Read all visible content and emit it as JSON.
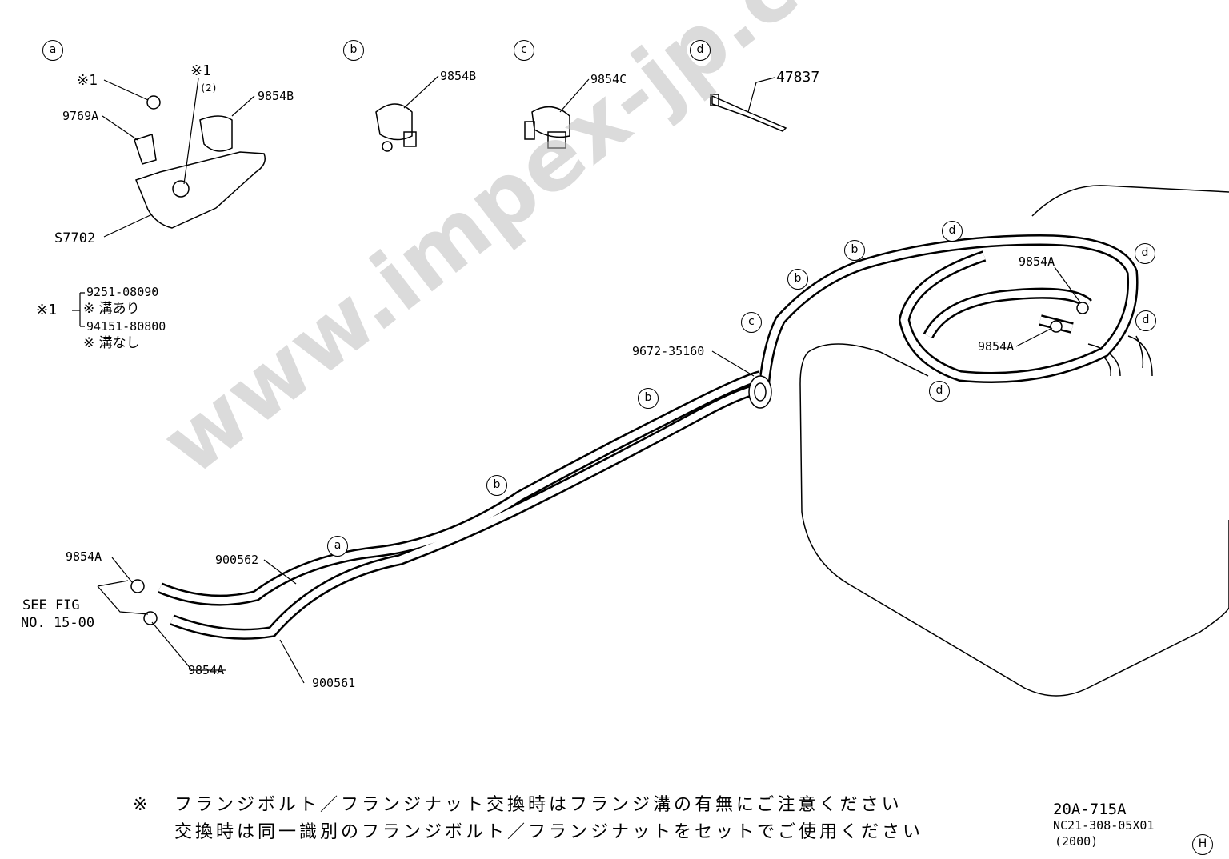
{
  "detail_labels": {
    "a": "a",
    "b": "b",
    "c": "c",
    "d": "d"
  },
  "detail_a": {
    "mark1": "※1",
    "mark2": "※1",
    "mark2_qty": "(2)",
    "clip": "9854B",
    "bracket_clip": "9769A",
    "bracket": "S7702"
  },
  "detail_b": {
    "part": "9854B"
  },
  "detail_c": {
    "part": "9854C"
  },
  "detail_d": {
    "part": "47837"
  },
  "note_legend": {
    "mark": "※1",
    "line1": "9251-08090",
    "line2": "※ 溝あり",
    "line3": "94151-80800",
    "line4": "※ 溝なし"
  },
  "main": {
    "grommet": "9672-35160",
    "clamp_upper": "9854A",
    "clamp_lower": "9854A",
    "clamp_left_upper": "9854A",
    "clamp_left_lower": "9854A",
    "hose_upper": "900562",
    "hose_lower": "900561",
    "see_fig_1": "SEE FIG",
    "see_fig_2": "NO. 15-00",
    "callouts": [
      "b",
      "d",
      "d",
      "b",
      "c",
      "d",
      "d",
      "b",
      "b",
      "a"
    ]
  },
  "footer": {
    "mark": "※",
    "note1": "フランジボルト／フランジナット交換時はフランジ溝の有無にご注意ください",
    "note2": "交換時は同一識別のフランジボルト／フランジナットをセットでご使用ください",
    "fig_no": "20A-715A",
    "code": "NC21-308-05X01",
    "year": "(2000)",
    "sheet": "H"
  },
  "watermark": "www.impex-jp.com"
}
